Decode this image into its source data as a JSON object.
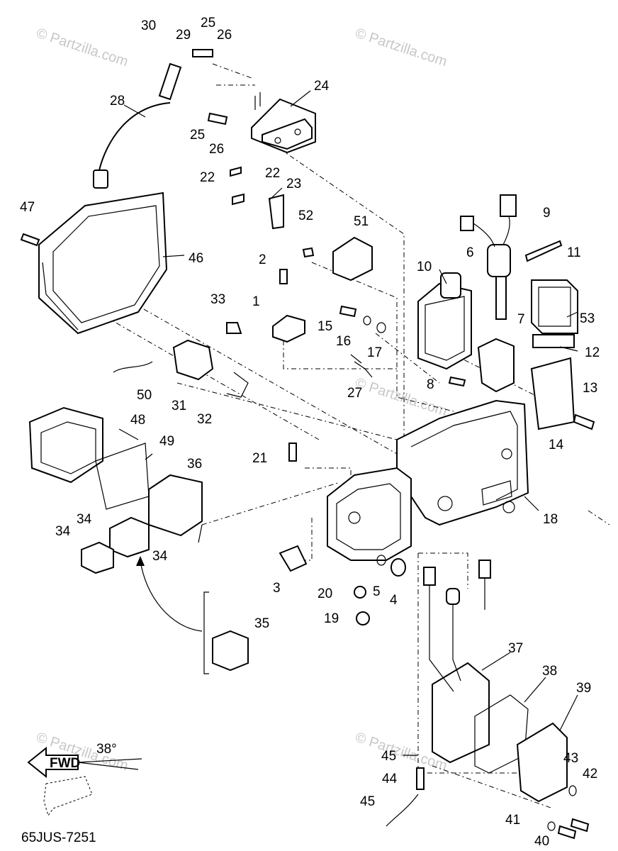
{
  "watermark": "© Partzilla.com",
  "diagram_code": "65JUS-7251",
  "fwd_label": "FWD",
  "angle_label": "38°",
  "callouts": [
    "1",
    "2",
    "3",
    "4",
    "5",
    "6",
    "7",
    "8",
    "9",
    "10",
    "11",
    "12",
    "13",
    "14",
    "15",
    "16",
    "17",
    "18",
    "19",
    "20",
    "21",
    "22",
    "23",
    "24",
    "25",
    "26",
    "27",
    "28",
    "29",
    "30",
    "31",
    "32",
    "33",
    "34",
    "35",
    "36",
    "37",
    "38",
    "39",
    "40",
    "41",
    "42",
    "43",
    "44",
    "45",
    "46",
    "47",
    "48",
    "49",
    "50",
    "51",
    "52",
    "53"
  ]
}
